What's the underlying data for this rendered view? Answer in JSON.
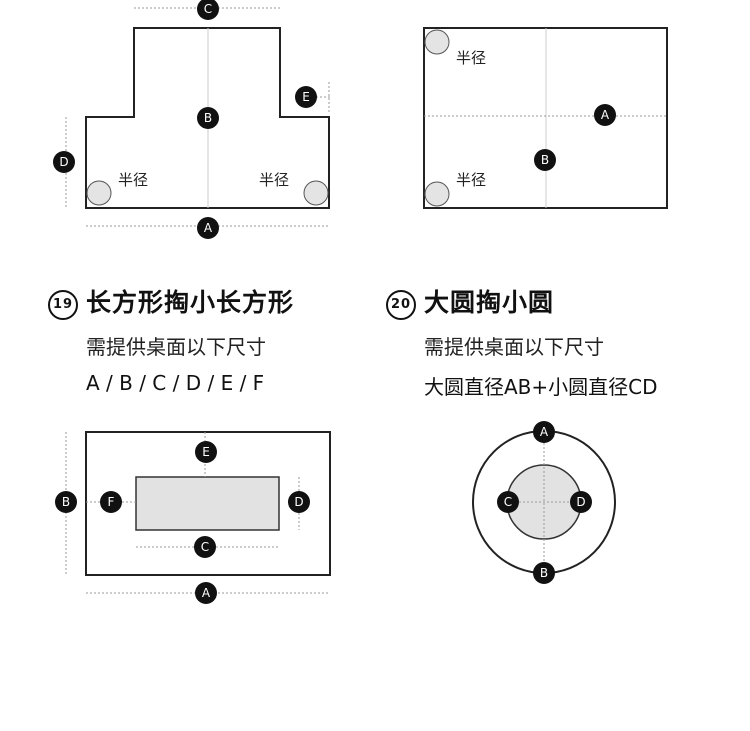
{
  "diagrams": {
    "t_shape": {
      "labels": [
        "A",
        "B",
        "C",
        "D",
        "E"
      ],
      "radius_left": "半径",
      "radius_right": "半径"
    },
    "rect_corner": {
      "labels": [
        "A",
        "B"
      ],
      "radius_top": "半径",
      "radius_bottom": "半径"
    },
    "rect_cutout": {
      "labels": [
        "A",
        "B",
        "C",
        "D",
        "E",
        "F"
      ]
    },
    "circle_cutout": {
      "labels": [
        "A",
        "B",
        "C",
        "D"
      ]
    }
  },
  "sections": [
    {
      "number": "19",
      "title": "长方形掏小长方形",
      "subtitle": "需提供桌面以下尺寸",
      "dims": "A / B / C / D / E / F"
    },
    {
      "number": "20",
      "title": "大圆掏小圆",
      "subtitle": "需提供桌面以下尺寸",
      "dims": "大圆直径AB+小圆直径CD"
    }
  ]
}
